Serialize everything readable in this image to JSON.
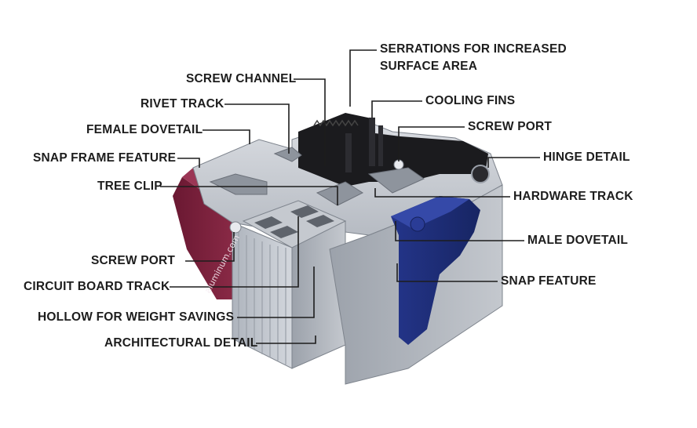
{
  "labels": {
    "serrations": "SERRATIONS FOR INCREASED\nSURFACE AREA",
    "screw_channel": "SCREW CHANNEL",
    "cooling_fins": "COOLING FINS",
    "rivet_track": "RIVET TRACK",
    "screw_port_right": "SCREW PORT",
    "female_dovetail": "FEMALE DOVETAIL",
    "hinge_detail": "HINGE DETAIL",
    "snap_frame_feature": "SNAP FRAME FEATURE",
    "tree_clip": "TREE CLIP",
    "hardware_track": "HARDWARE TRACK",
    "male_dovetail": "MALE DOVETAIL",
    "screw_port_left": "SCREW PORT",
    "snap_feature": "SNAP FEATURE",
    "circuit_board_track": "CIRCUIT BOARD TRACK",
    "hollow_weight": "HOLLOW FOR WEIGHT SAVINGS",
    "architectural_detail": "ARCHITECTURAL DETAIL"
  },
  "watermark": "aluminum.com",
  "colors": {
    "aluminum": "#b9bec6",
    "aluminum_dark": "#8c929c",
    "maroon": "#7a1f3a",
    "navy": "#1f2f7a",
    "black": "#1a1a1c",
    "leader": "#1d1d1d"
  }
}
